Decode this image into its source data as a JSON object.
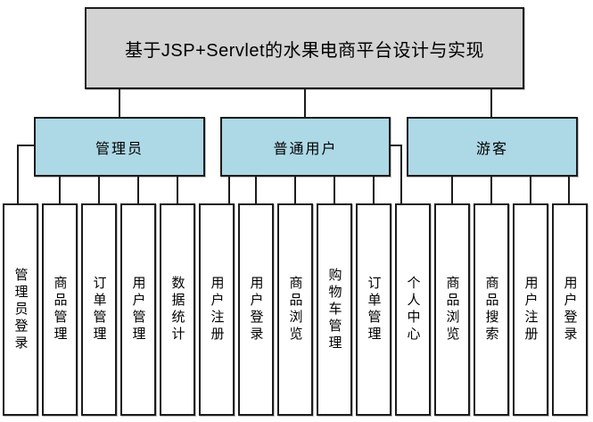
{
  "title": "基于JSP+Servlet的水果电商平台设计与实现",
  "colors": {
    "title_fill": "#d3d3d3",
    "group_fill": "#add8e6",
    "leaf_fill": "#ffffff",
    "line": "#1c1c1c"
  },
  "groups": [
    {
      "label": "管理员"
    },
    {
      "label": "普通用户"
    },
    {
      "label": "游客"
    }
  ],
  "leaves": [
    {
      "label": "管理员登录",
      "group": "管理员"
    },
    {
      "label": "商品管理",
      "group": "管理员"
    },
    {
      "label": "订单管理",
      "group": "管理员"
    },
    {
      "label": "用户管理",
      "group": "管理员"
    },
    {
      "label": "数据统计",
      "group": "管理员"
    },
    {
      "label": "用户注册",
      "group": "普通用户"
    },
    {
      "label": "用户登录",
      "group": "普通用户"
    },
    {
      "label": "商品浏览",
      "group": "普通用户"
    },
    {
      "label": "购物车管理",
      "group": "普通用户"
    },
    {
      "label": "订单管理",
      "group": "普通用户"
    },
    {
      "label": "个人中心",
      "group": "普通用户"
    },
    {
      "label": "商品浏览",
      "group": "游客"
    },
    {
      "label": "商品搜索",
      "group": "游客"
    },
    {
      "label": "用户注册",
      "group": "游客"
    },
    {
      "label": "用户登录",
      "group": "游客"
    }
  ]
}
